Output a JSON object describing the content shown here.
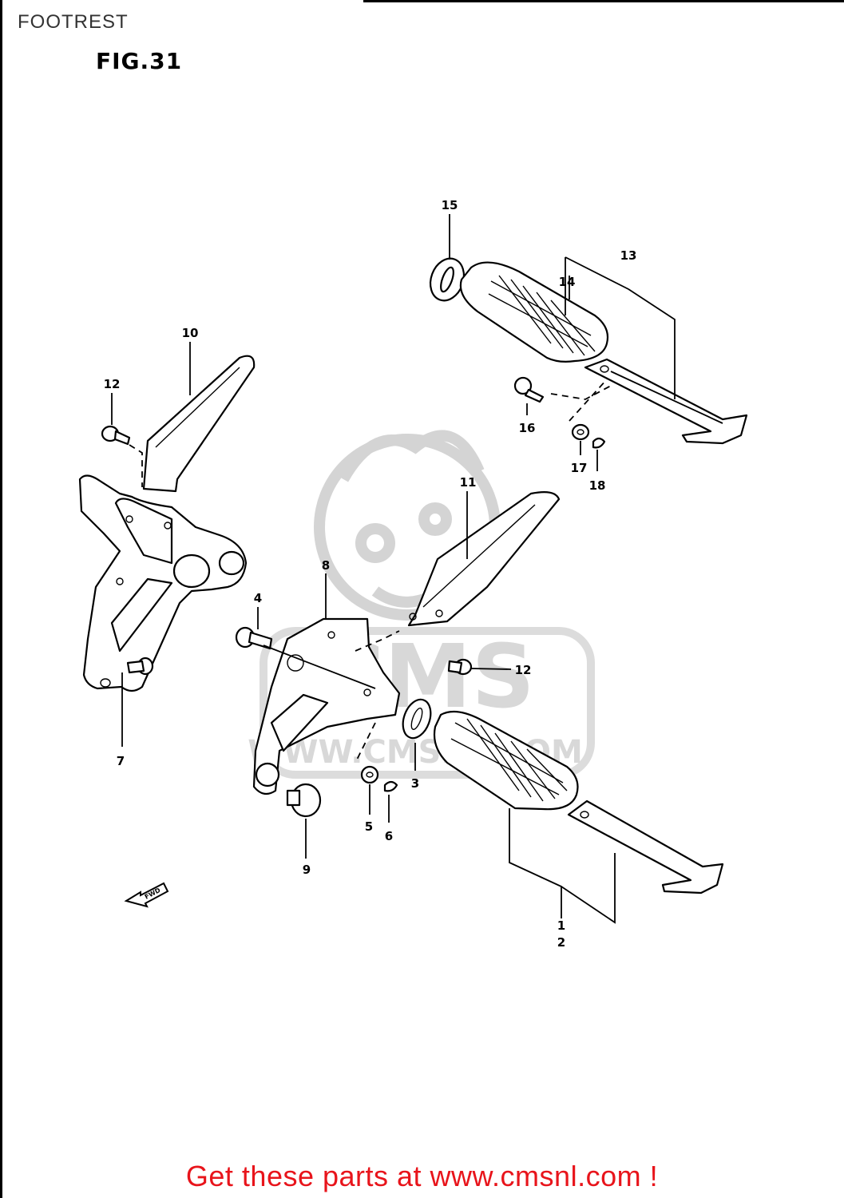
{
  "header": {
    "title": "FOOTREST"
  },
  "figure": {
    "label": "FIG.31"
  },
  "watermark": {
    "logo_text": "CMS",
    "site_text": "WWW.CMSNL.COM"
  },
  "fwd_arrow": {
    "label": "FWD",
    "icon": "fwd-arrow-icon"
  },
  "callouts": [
    "15",
    "13",
    "14",
    "10",
    "12",
    "16",
    "17",
    "18",
    "11",
    "8",
    "4",
    "12",
    "7",
    "3",
    "5",
    "6",
    "9",
    "1",
    "2"
  ],
  "footer": {
    "link_text": "Get these parts at www.cmsnl.com !",
    "link_color": "#e8141b"
  }
}
